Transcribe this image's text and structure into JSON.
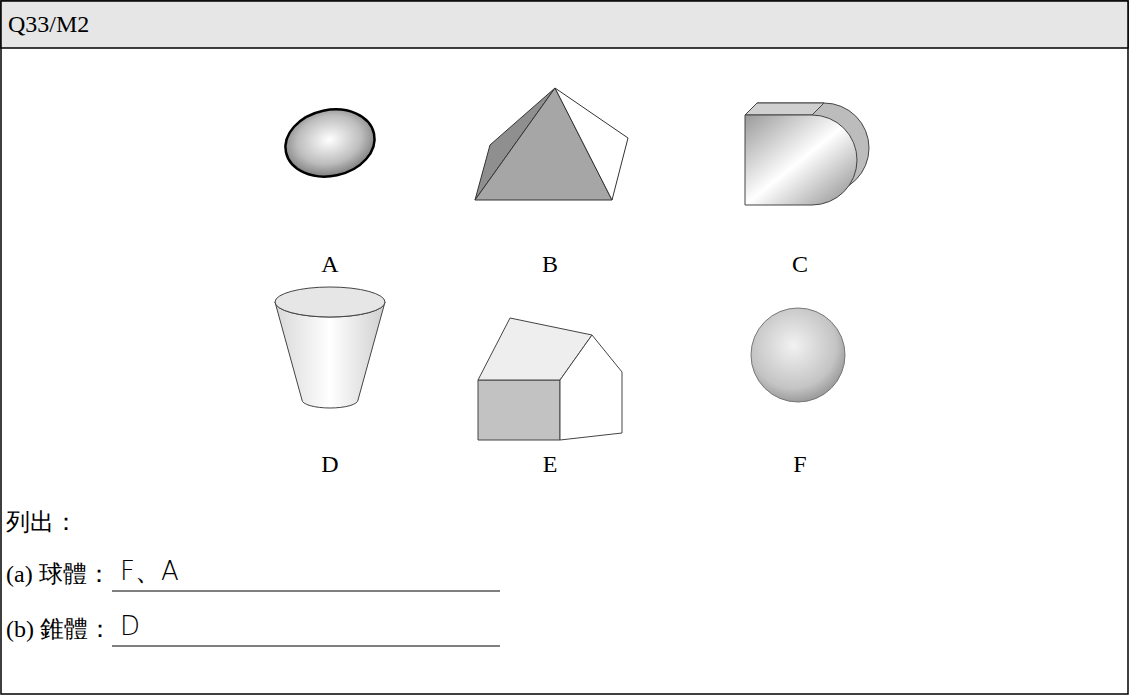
{
  "diagram": {
    "labels": [
      "Q33/M2",
      "A",
      "B",
      "C",
      "D",
      "E",
      "F",
      "列出：",
      "(a) 球體：",
      "F、A",
      "(b) 錐體：",
      "D"
    ]
  }
}
